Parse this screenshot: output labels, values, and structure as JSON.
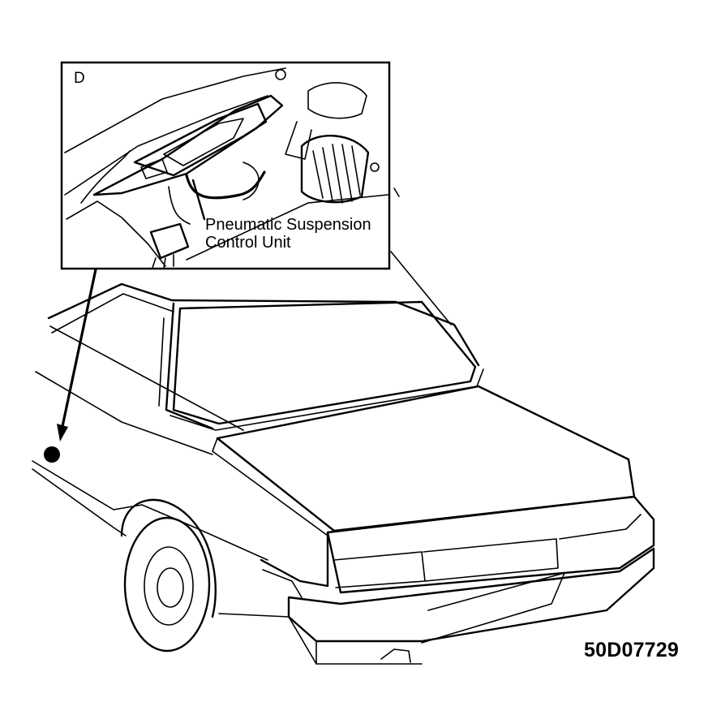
{
  "inset": {
    "view_letter": "D",
    "callout_line1": "Pneumatic Suspension",
    "callout_line2": "Control Unit"
  },
  "figure": {
    "code": "50D07729"
  },
  "colors": {
    "ink": "#000000",
    "paper": "#ffffff"
  }
}
